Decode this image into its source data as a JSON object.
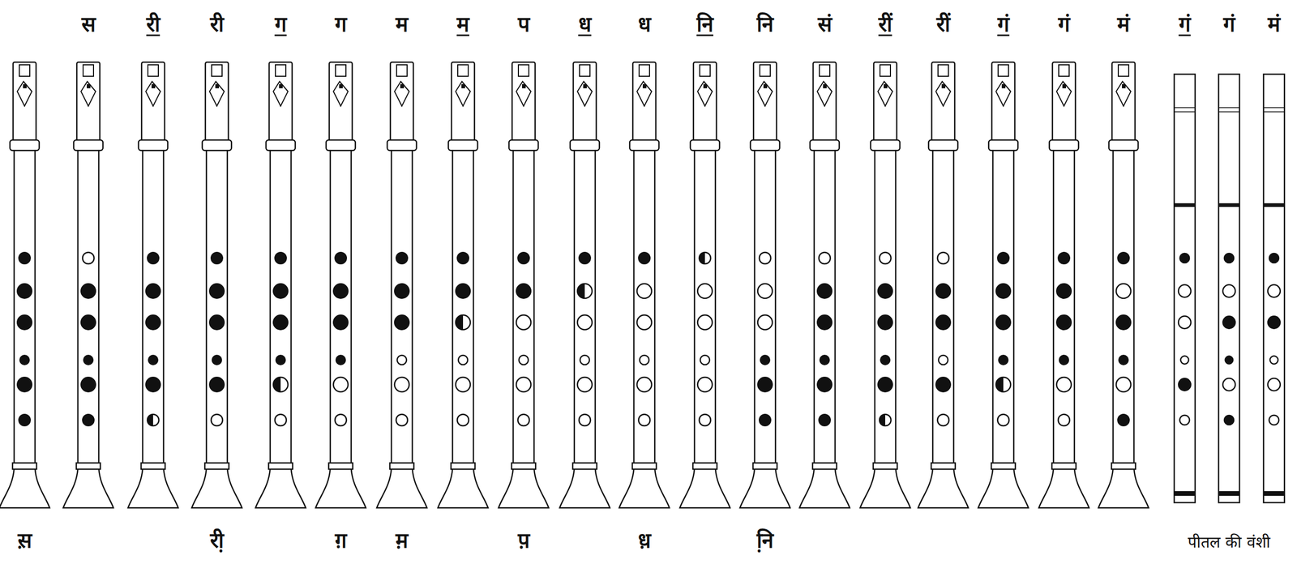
{
  "diagram": {
    "labels": [
      "स",
      "री",
      "री",
      "ग",
      "ग",
      "म",
      "म",
      "प",
      "ध",
      "ध",
      "नि",
      "नि",
      "सं",
      "रीं",
      "रीं",
      "गं",
      "गं",
      "मं",
      "गं",
      "गं",
      "मं",
      "स़",
      "री़",
      "ग़",
      "म़",
      "प़",
      "ध़",
      "नि़",
      "पीतल की वंशी"
    ]
  }
}
